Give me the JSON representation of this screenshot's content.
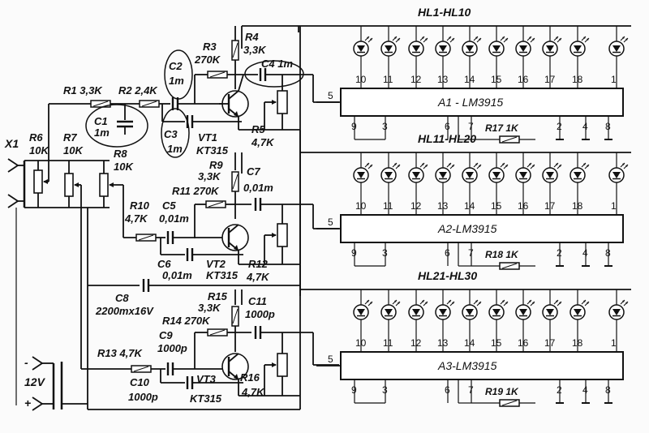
{
  "channels": [
    {
      "led_group": "HL1-HL10",
      "ic": "A1 - LM3915",
      "pins_bottom": [
        "9",
        "3",
        "6",
        "7",
        "2",
        "4",
        "8"
      ],
      "resistor": "R17 1K",
      "pins_top": [
        "10",
        "11",
        "12",
        "13",
        "14",
        "15",
        "16",
        "17",
        "18",
        "1"
      ],
      "pin_input": "5"
    },
    {
      "led_group": "HL11-HL20",
      "ic": "A2-LM3915",
      "pins_bottom": [
        "9",
        "3",
        "6",
        "7",
        "2",
        "4",
        "8"
      ],
      "resistor": "R18 1K",
      "pins_top": [
        "10",
        "11",
        "12",
        "13",
        "14",
        "15",
        "16",
        "17",
        "18",
        "1"
      ],
      "pin_input": "5"
    },
    {
      "led_group": "HL21-HL30",
      "ic": "A3-LM3915",
      "pins_bottom": [
        "9",
        "3",
        "6",
        "7",
        "2",
        "4",
        "8"
      ],
      "resistor": "R19 1K",
      "pins_top": [
        "10",
        "11",
        "12",
        "13",
        "14",
        "15",
        "16",
        "17",
        "18",
        "1"
      ],
      "pin_input": "5"
    }
  ],
  "components": {
    "x1": "X1",
    "r1": "R1 3,3K",
    "r2": "R2 2,4K",
    "c1": "C1",
    "c1v": "1m",
    "c2": "C2",
    "c2v": "1m",
    "c3": "C3",
    "c3v": "1m",
    "r3": "R3",
    "r3v": "270K",
    "r4": "R4",
    "r4v": "3,3K",
    "c4": "C4 1m",
    "r5": "R5",
    "r5v": "4,7K",
    "vt1": "VT1",
    "vt1v": "KT315",
    "r6": "R6",
    "r6v": "10K",
    "r7": "R7",
    "r7v": "10K",
    "r8": "R8",
    "r8v": "10K",
    "r9": "R9",
    "r9v": "3,3K",
    "c7": "C7",
    "c7v": "0,01m",
    "r11": "R11 270K",
    "r10": "R10",
    "r10v": "4,7K",
    "c5": "C5",
    "c5v": "0,01m",
    "c6": "C6",
    "c6v": "0,01m",
    "vt2": "VT2",
    "vt2v": "KT315",
    "r12": "R12",
    "r12v": "4,7K",
    "c8": "C8",
    "c8v": "2200mx16V",
    "r15": "R15",
    "r15v": "3,3K",
    "c11": "C11",
    "c11v": "1000p",
    "r14": "R14 270K",
    "c9": "C9",
    "c9v": "1000p",
    "r13": "R13 4,7K",
    "c10": "C10",
    "c10v": "1000p",
    "vt3": "VT3",
    "vt3v": "KT315",
    "r16": "R16",
    "r16v": "4,7K",
    "supply": "12V",
    "minus": "-",
    "plus": "+"
  }
}
